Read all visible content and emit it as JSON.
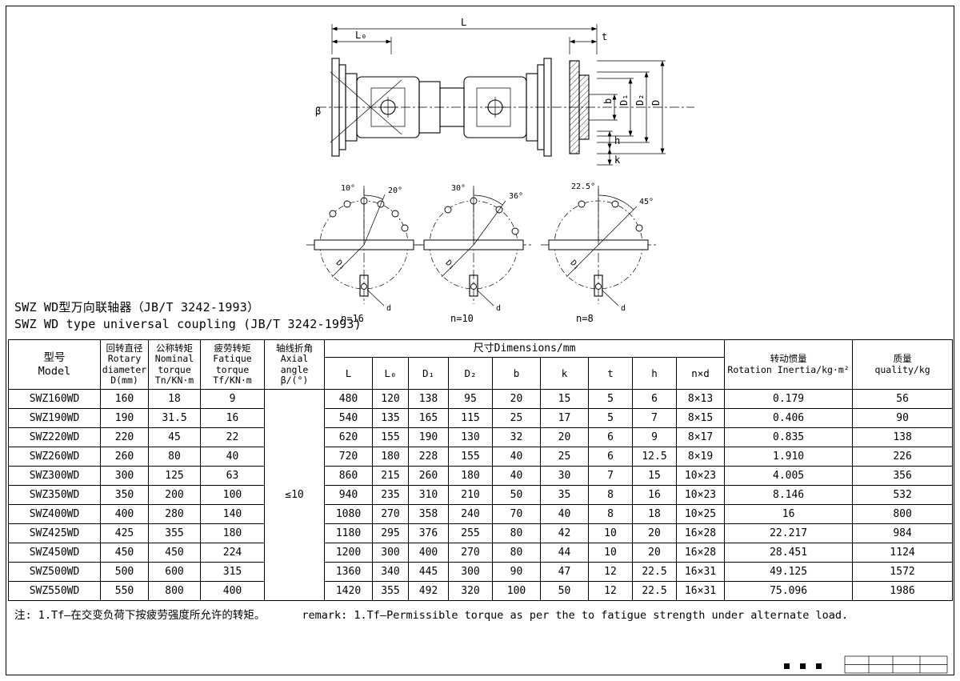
{
  "page": {
    "title_cn": "SWZ WD型万向联轴器（JB/T 3242-1993）",
    "title_en": "SWZ WD type universal coupling (JB/T 3242-1993)",
    "note_cn": "注: 1.Tf—在交变负荷下按疲劳强度所允许的转矩。",
    "note_en": "remark: 1.Tf—Permissible torque as per the to fatigue strength under alternate load."
  },
  "drawing": {
    "labels": {
      "L": "L",
      "Lo": "L₀",
      "t": "t",
      "b": "b",
      "D1": "D₁",
      "D2": "D₂",
      "D": "D",
      "h": "h",
      "k": "k",
      "beta": "β",
      "d": "d"
    },
    "bolt_diagrams": [
      {
        "n": "n=16",
        "angle1": "10°",
        "angle2": "20°",
        "circle_label": "D₁",
        "hole_label": "d"
      },
      {
        "n": "n=10",
        "angle1": "30°",
        "angle2": "36°",
        "circle_label": "D₁",
        "hole_label": "d"
      },
      {
        "n": "n=8",
        "angle1": "22.5°",
        "angle2": "45°",
        "circle_label": "D₁",
        "hole_label": "d"
      }
    ]
  },
  "table": {
    "headers": {
      "model": "型号\nModel",
      "rotary": "回转直径\nRotary\ndiameter\nD(mm)",
      "nominal": "公称转矩\nNominal\ntorque\nTn/KN·m",
      "fatigue": "疲劳转矩\nFatique\ntorque\nTf/KN·m",
      "axial": "轴线折角\nAxial angle\nβ/(°)",
      "dimensions": "尺寸Dimensions/mm",
      "dim_cols": [
        "L",
        "L₀",
        "D₁",
        "D₂",
        "b",
        "k",
        "t",
        "h",
        "n×d"
      ],
      "inertia": "转动惯量\nRotation Inertia/kg·m²",
      "quality": "质量\nquality/kg"
    },
    "beta_value": "≤10",
    "rows": [
      [
        "SWZ160WD",
        "160",
        "18",
        "9",
        "480",
        "120",
        "138",
        "95",
        "20",
        "15",
        "5",
        "6",
        "8×13",
        "0.179",
        "56"
      ],
      [
        "SWZ190WD",
        "190",
        "31.5",
        "16",
        "540",
        "135",
        "165",
        "115",
        "25",
        "17",
        "5",
        "7",
        "8×15",
        "0.406",
        "90"
      ],
      [
        "SWZ220WD",
        "220",
        "45",
        "22",
        "620",
        "155",
        "190",
        "130",
        "32",
        "20",
        "6",
        "9",
        "8×17",
        "0.835",
        "138"
      ],
      [
        "SWZ260WD",
        "260",
        "80",
        "40",
        "720",
        "180",
        "228",
        "155",
        "40",
        "25",
        "6",
        "12.5",
        "8×19",
        "1.910",
        "226"
      ],
      [
        "SWZ300WD",
        "300",
        "125",
        "63",
        "860",
        "215",
        "260",
        "180",
        "40",
        "30",
        "7",
        "15",
        "10×23",
        "4.005",
        "356"
      ],
      [
        "SWZ350WD",
        "350",
        "200",
        "100",
        "940",
        "235",
        "310",
        "210",
        "50",
        "35",
        "8",
        "16",
        "10×23",
        "8.146",
        "532"
      ],
      [
        "SWZ400WD",
        "400",
        "280",
        "140",
        "1080",
        "270",
        "358",
        "240",
        "70",
        "40",
        "8",
        "18",
        "10×25",
        "16",
        "800"
      ],
      [
        "SWZ425WD",
        "425",
        "355",
        "180",
        "1180",
        "295",
        "376",
        "255",
        "80",
        "42",
        "10",
        "20",
        "16×28",
        "22.217",
        "984"
      ],
      [
        "SWZ450WD",
        "450",
        "450",
        "224",
        "1200",
        "300",
        "400",
        "270",
        "80",
        "44",
        "10",
        "20",
        "16×28",
        "28.451",
        "1124"
      ],
      [
        "SWZ500WD",
        "500",
        "600",
        "315",
        "1360",
        "340",
        "445",
        "300",
        "90",
        "47",
        "12",
        "22.5",
        "16×31",
        "49.125",
        "1572"
      ],
      [
        "SWZ550WD",
        "550",
        "800",
        "400",
        "1420",
        "355",
        "492",
        "320",
        "100",
        "50",
        "12",
        "22.5",
        "16×31",
        "75.096",
        "1986"
      ]
    ]
  }
}
